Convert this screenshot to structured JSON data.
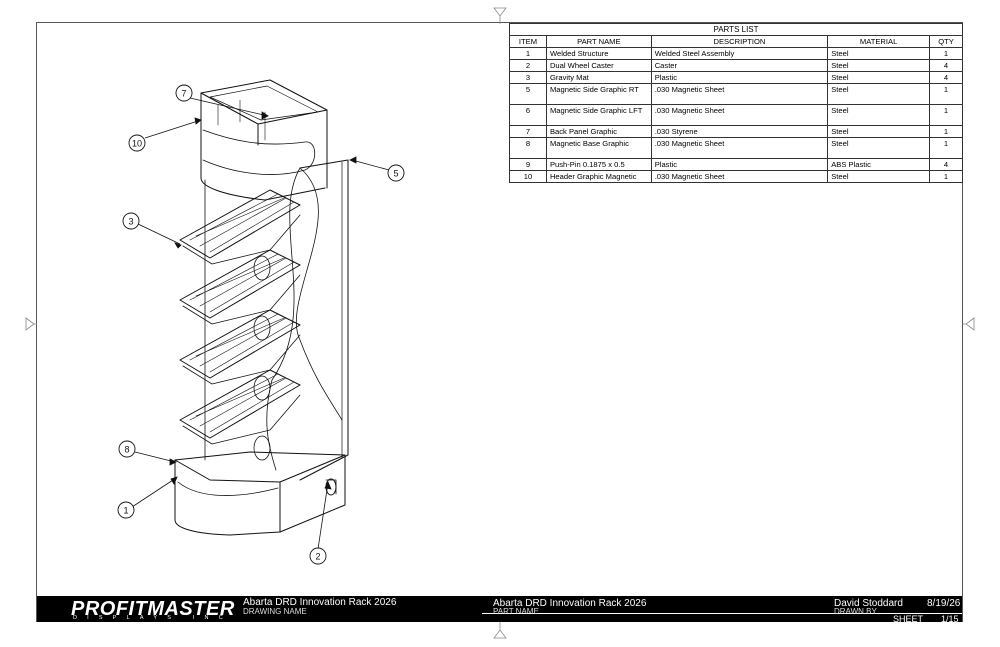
{
  "parts_list": {
    "title": "PARTS LIST",
    "headers": {
      "item": "ITEM",
      "part_name": "PART NAME",
      "description": "DESCRIPTION",
      "material": "MATERIAL",
      "qty": "QTY"
    },
    "rows": [
      {
        "item": "1",
        "part_name": "Welded Structure",
        "description": "Welded Steel Assembly",
        "material": "Steel",
        "qty": "1"
      },
      {
        "item": "2",
        "part_name": "Dual Wheel Caster",
        "description": "Caster",
        "material": "Steel",
        "qty": "4"
      },
      {
        "item": "3",
        "part_name": "Gravity Mat",
        "description": "Plastic",
        "material": "Steel",
        "qty": "4"
      },
      {
        "item": "5",
        "part_name": "Magnetic Side Graphic RT",
        "description": ".030 Magnetic Sheet",
        "material": "Steel",
        "qty": "1"
      },
      {
        "item": "6",
        "part_name": "Magnetic Side Graphic LFT",
        "description": ".030 Magnetic Sheet",
        "material": "Steel",
        "qty": "1"
      },
      {
        "item": "7",
        "part_name": "Back Panel Graphic",
        "description": ".030 Styrene",
        "material": "Steel",
        "qty": "1"
      },
      {
        "item": "8",
        "part_name": "Magnetic Base Graphic",
        "description": ".030 Magnetic Sheet",
        "material": "Steel",
        "qty": "1"
      },
      {
        "item": "9",
        "part_name": "Push-Pin 0.1875 x 0.5",
        "description": "Plastic",
        "material": "ABS Plastic",
        "qty": "4"
      },
      {
        "item": "10",
        "part_name": "Header Graphic Magnetic",
        "description": ".030 Magnetic Sheet",
        "material": "Steel",
        "qty": "1"
      }
    ]
  },
  "balloons": [
    "7",
    "10",
    "5",
    "3",
    "8",
    "1",
    "2"
  ],
  "title_block": {
    "logo": "PROFITMASTER",
    "logo_sub": "DISPLAYS INC",
    "drawing_name": "Abarta DRD Innovation Rack 2026",
    "drawing_name_label": "DRAWING NAME",
    "part_name": "Abarta DRD Innovation Rack 2026",
    "part_name_label": "PART NAME",
    "drawn_by": "David Stoddard",
    "drawn_by_label": "DRAWN BY",
    "date": "8/19/26",
    "sheet_label": "SHEET",
    "sheet": "1/15"
  }
}
